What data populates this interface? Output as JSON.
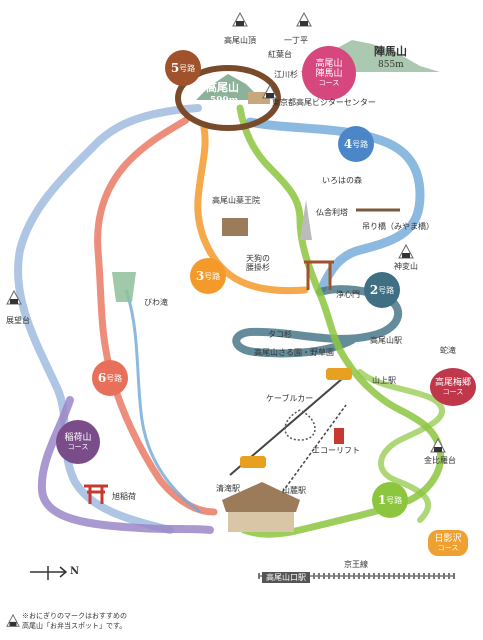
{
  "summit": {
    "name": "高尾山",
    "height": "599m"
  },
  "jinba": {
    "name": "陣馬山",
    "height": "855m"
  },
  "routes": {
    "r1": {
      "num": "1",
      "suffix": "号路"
    },
    "r2": {
      "num": "2",
      "suffix": "号路"
    },
    "r3": {
      "num": "3",
      "suffix": "号路"
    },
    "r4": {
      "num": "4",
      "suffix": "号路"
    },
    "r5": {
      "num": "5",
      "suffix": "号路"
    },
    "r6": {
      "num": "6",
      "suffix": "号路"
    }
  },
  "courses": {
    "takao_jinba": [
      "高尾山",
      "陣馬山",
      "コース"
    ],
    "inariyama": [
      "稲荷山",
      "コース"
    ],
    "umegou": [
      "高尾梅郷",
      "コース"
    ],
    "hikage": [
      "日影沢",
      "コース"
    ]
  },
  "labels": {
    "summit_top": "高尾山頂",
    "itchodaira": "一丁平",
    "momijidai": "紅葉台",
    "kuroshi": "江川杉",
    "visitor": "東京都高尾ビジターセンター",
    "iroha": "いろはの森",
    "yakuoin": "高尾山薬王院",
    "busshari": "仏舎利塔",
    "tengu": "天狗の\n腰掛杉",
    "tsuribashi": "吊り橋（みやま橋）",
    "joshinmon": "浄心門",
    "shinpen": "神変山",
    "tako": "タコ杉",
    "saru": "高尾山さる園・野草園",
    "takaoyama_st": "高尾山駅",
    "hebitaki": "蛇滝",
    "sanjo": "山上駅",
    "cable": "ケーブルカー",
    "echo": "エコーリフト",
    "kinpira": "金比羅台",
    "tenbo": "展望台",
    "biwa": "びわ滝",
    "asahi": "旭稲荷",
    "kiyotaki": "清滝駅",
    "sanroku": "山麓駅",
    "keio_line": "京王線",
    "station": "高尾山口駅",
    "north": "N"
  },
  "note": [
    "※おにぎりのマークはおすすめの",
    "高尾山「お弁当スポット」です。"
  ],
  "colors": {
    "r1": "#8cc63f",
    "r2": "#3f6f82",
    "r3": "#f39a2a",
    "r4": "#4a86c8",
    "r5": "#a0522d",
    "r6": "#e8705a",
    "inari": "#7b4c8a",
    "umegou": "#c0364a",
    "hikage": "#f0a030",
    "jinba": "#d6477e",
    "lightblue": "#9ab7dd",
    "purple": "#9b86c9",
    "river": "#6fa8d8"
  }
}
